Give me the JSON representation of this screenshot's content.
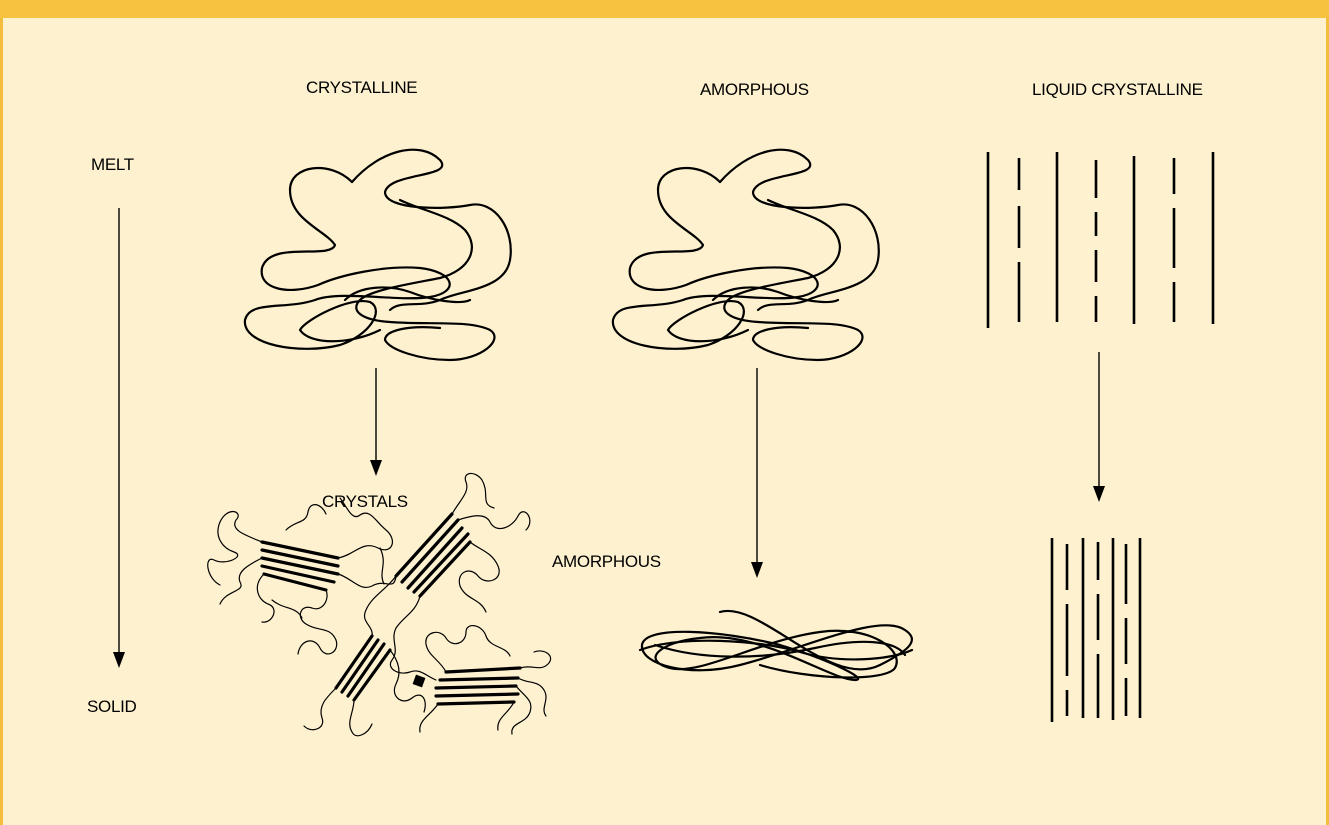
{
  "columns": {
    "crystalline": "CRYSTALLINE",
    "amorphous": "AMORPHOUS",
    "liquid_crystalline": "LIQUID CRYSTALLINE"
  },
  "states": {
    "melt": "MELT",
    "solid": "SOLID"
  },
  "annotations": {
    "crystals": "CRYSTALS",
    "amorphous_region": "AMORPHOUS"
  },
  "colors": {
    "background": "#fdf1cf",
    "border": "#f4bd3c",
    "ink": "#000000"
  }
}
